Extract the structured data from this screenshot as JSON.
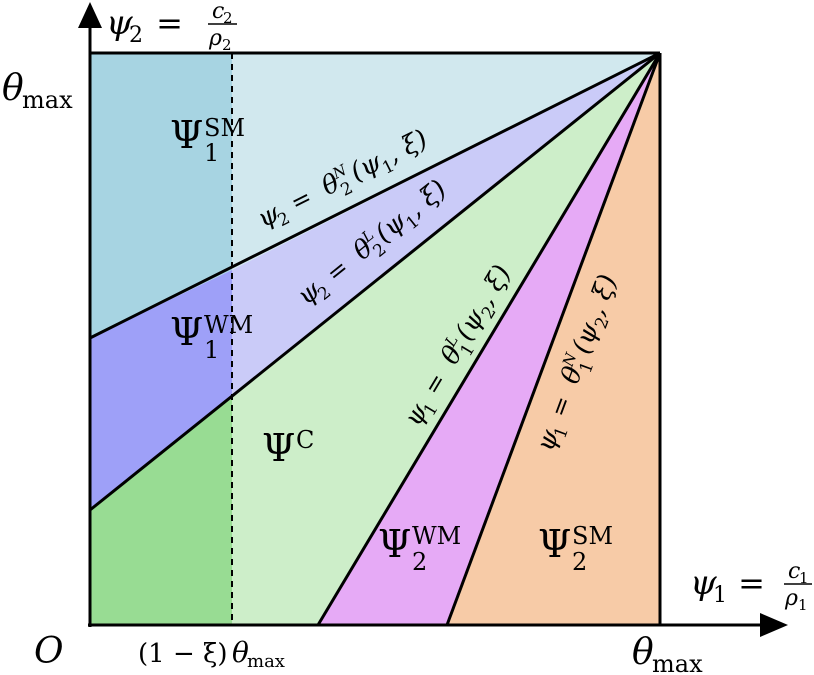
{
  "axes": {
    "y_label": {
      "main": "ψ",
      "sub": "2",
      "eq": " = ",
      "num": "c",
      "num_sub": "2",
      "den": "ρ",
      "den_sub": "2"
    },
    "x_label": {
      "main": "ψ",
      "sub": "1",
      "eq": " = ",
      "num": "c",
      "num_sub": "1",
      "den": "ρ",
      "den_sub": "1"
    },
    "origin": "O",
    "theta": "θ",
    "theta_sub": "max",
    "xi_tick": "(1 − ξ)"
  },
  "regions": {
    "psi1_sm": {
      "main": "Ψ",
      "sup": "SM",
      "sub": "1"
    },
    "psi1_wm": {
      "main": "Ψ",
      "sup": "WM",
      "sub": "1"
    },
    "psi_c": {
      "main": "Ψ",
      "sup": "C"
    },
    "psi2_wm": {
      "main": "Ψ",
      "sup": "WM",
      "sub": "2"
    },
    "psi2_sm": {
      "main": "Ψ",
      "sup": "SM",
      "sub": "2"
    }
  },
  "boundaries": {
    "psi2_n": {
      "lhs": "ψ",
      "lhs_sub": "2",
      "eq": " = ",
      "fn": "θ",
      "fn_sub": "2",
      "fn_sup": "N",
      "args": "(ψ",
      "args_sub": "1",
      "tail": ", ξ)"
    },
    "psi2_l": {
      "lhs": "ψ",
      "lhs_sub": "2",
      "eq": " = ",
      "fn": "θ",
      "fn_sub": "2",
      "fn_sup": "L",
      "args": "(ψ",
      "args_sub": "1",
      "tail": ", ξ)"
    },
    "psi1_l": {
      "lhs": "ψ",
      "lhs_sub": "1",
      "eq": " = ",
      "fn": "θ",
      "fn_sub": "1",
      "fn_sup": "L",
      "args": "(ψ",
      "args_sub": "2",
      "tail": ", ξ)"
    },
    "psi1_n": {
      "lhs": "ψ",
      "lhs_sub": "1",
      "eq": " = ",
      "fn": "θ",
      "fn_sub": "1",
      "fn_sup": "N",
      "args": "(ψ",
      "args_sub": "2",
      "tail": ", ξ)"
    }
  },
  "colors": {
    "psi1_sm": "#a7d4e2",
    "psi1_sm_light": "#d1e8ee",
    "psi1_wm": "#9ea0f8",
    "psi1_wm_light": "#cacbf8",
    "psi_c": "#98dc93",
    "psi_c_light": "#cdeec9",
    "psi2_wm": "#e6aaf6",
    "psi2_sm": "#f7cba7",
    "line": "#000000"
  }
}
